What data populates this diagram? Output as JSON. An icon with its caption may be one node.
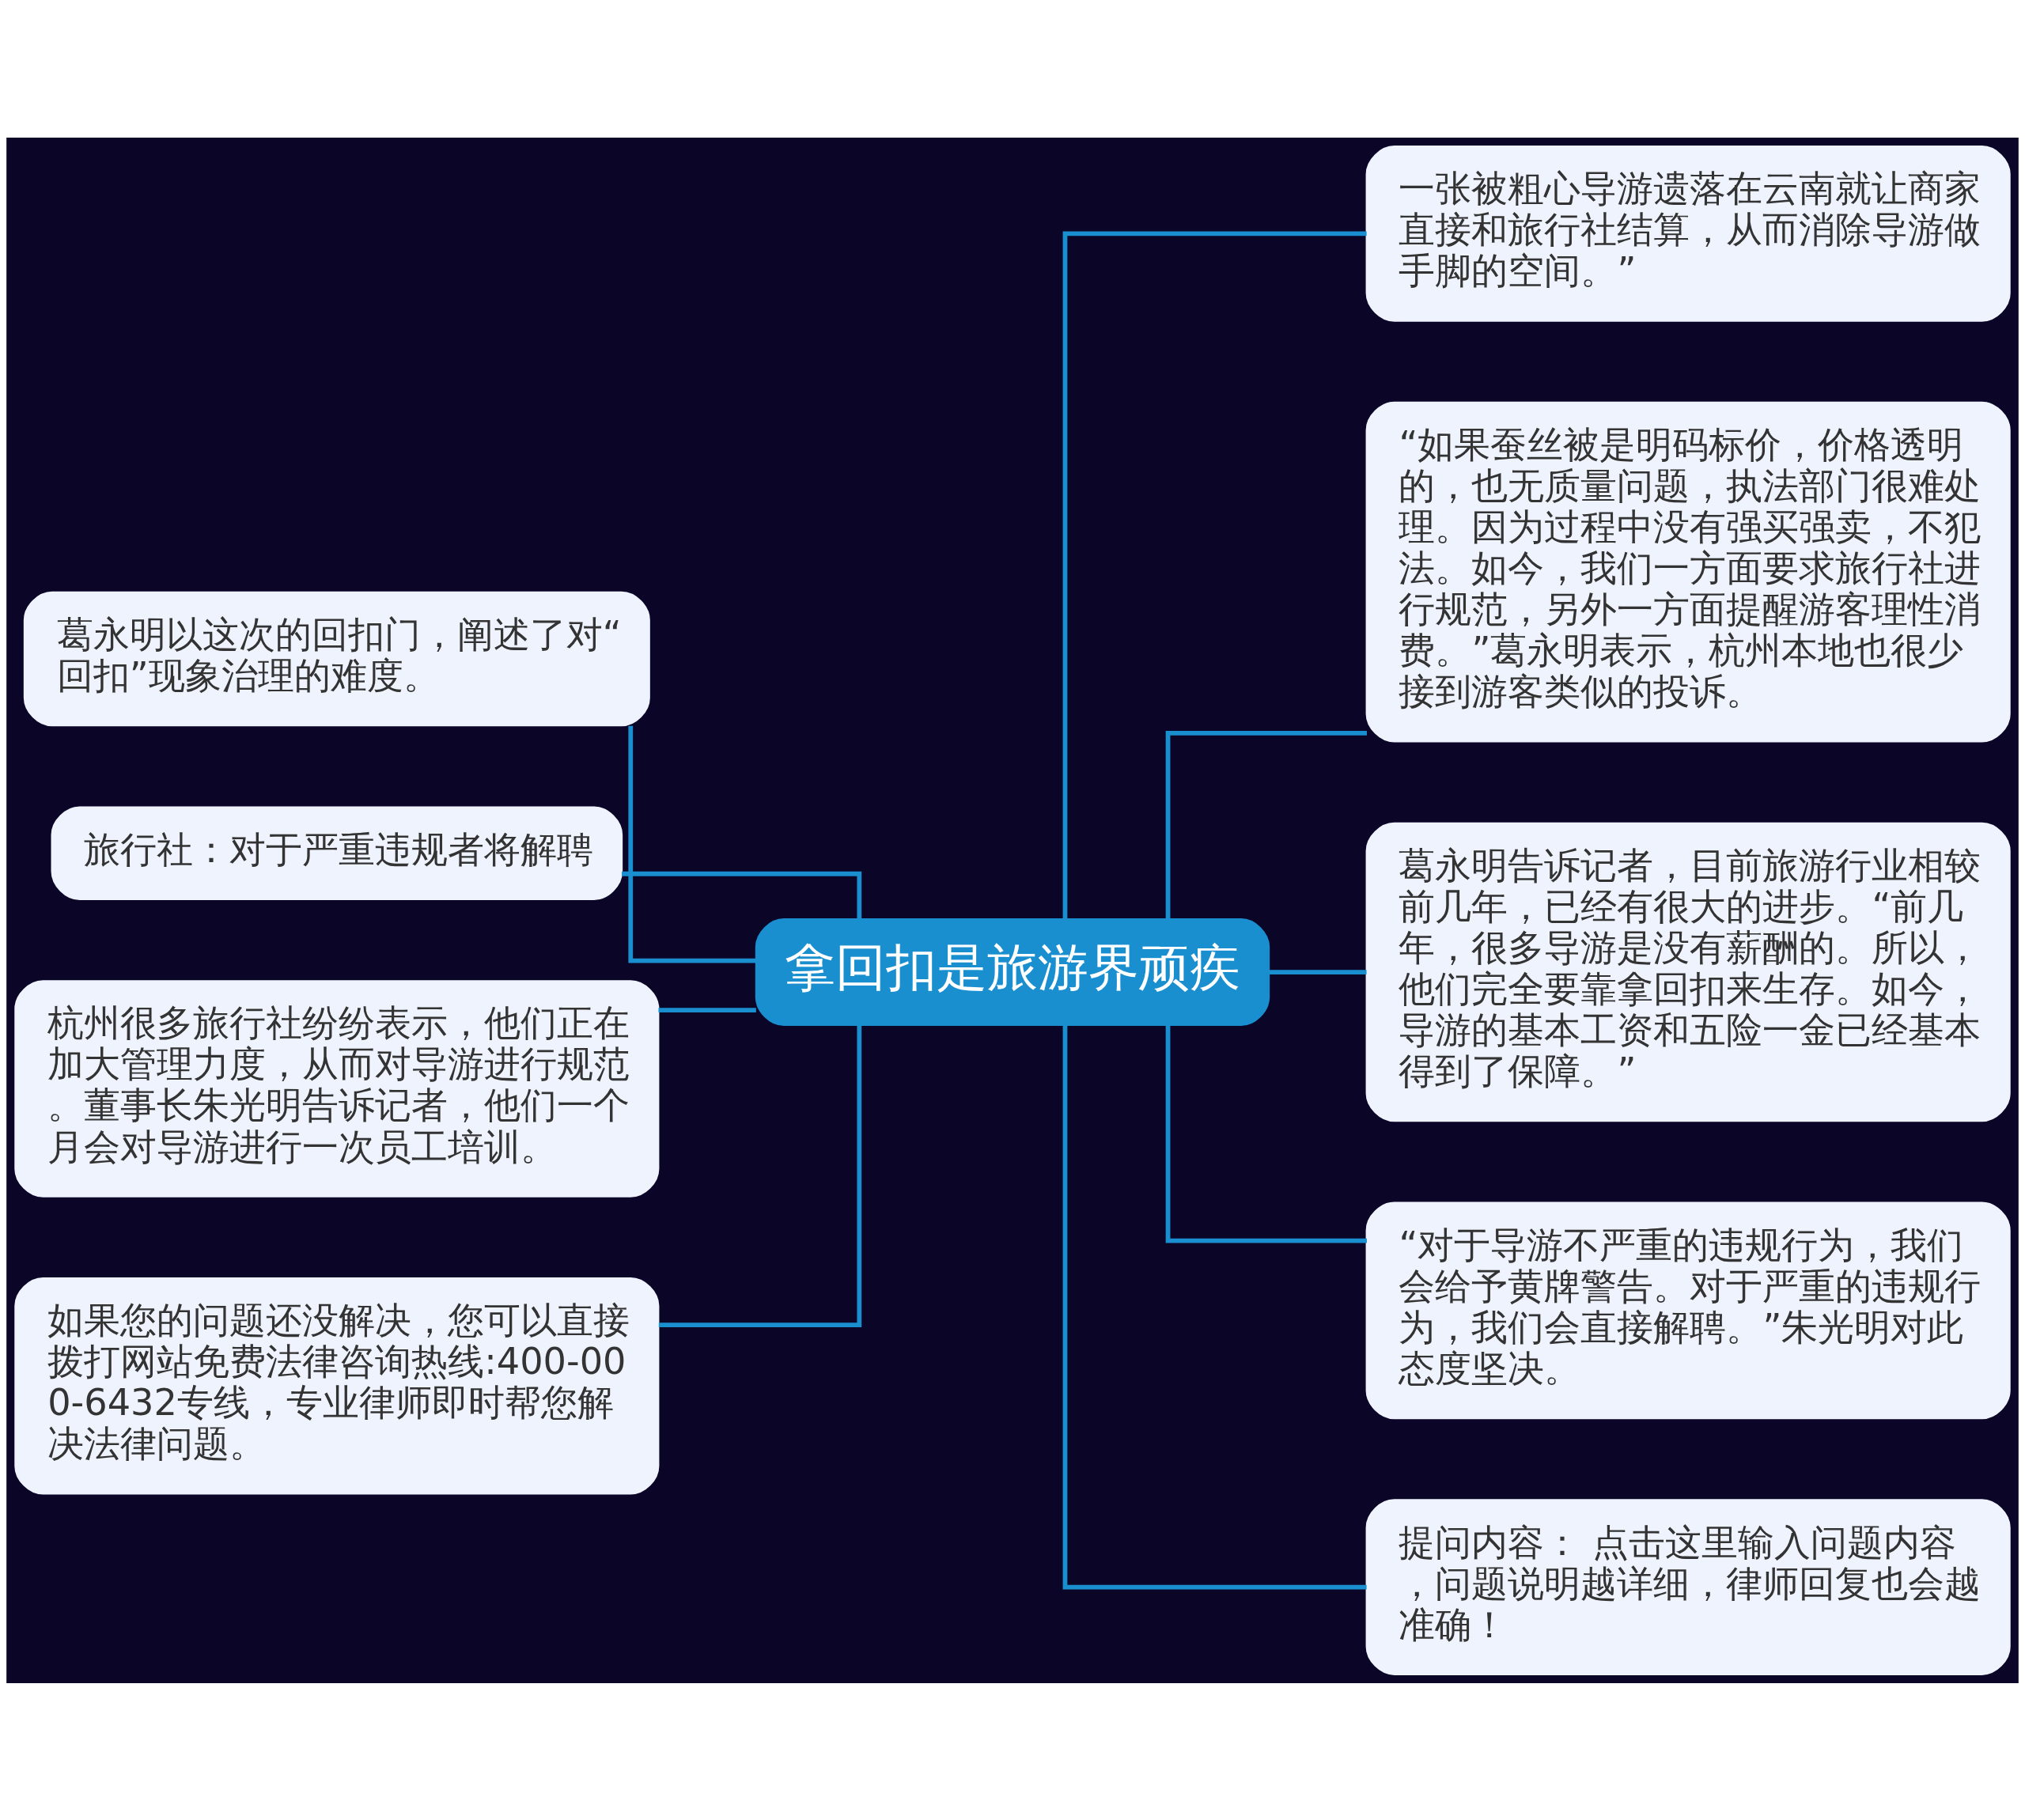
{
  "diagram": {
    "nodes": [
      {
        "text": [
          "拿回扣是旅游界顽疾"
        ]
      },
      {
        "text": [
          "葛永明以这次的回扣门，阐述了对“回扣”现象治理的难度。"
        ]
      },
      {
        "text": [
          "旅行社：对于严重违规者将解聘"
        ]
      },
      {
        "text": [
          "杭州很多旅行社纷纷表示，他们正在加大管理力度，从而对导游进行规范。董事长朱光明告诉记者，他们一个月会对导游进行一次员工培训。"
        ]
      },
      {
        "text": [
          "如果您的问题还没解决，您可以直接拨打网站免费法律咨询热线:400-000-6432专线，专业律师即时帮您解决法律问题。"
        ]
      },
      {
        "text": [
          "一张被粗心导游遗落在云南就让商家直接和旅行社结算，从而消除导游做手脚的空间。”"
        ]
      },
      {
        "text": [
          "“如果蚕丝被是明码标价，价格透明的，也无质量问题，执法部门很难处理。因为过程中没有强买强卖，不犯法。如今，我们一方面要求旅行社进行规范，另外一方面提醒游客理性消费。”葛永明表示，杭州本地也很少接到游客类似的投诉。"
        ]
      },
      {
        "text": [
          "葛永明告诉记者，目前旅游行业相较前几年，已经有很大的进步。“前几年，很多导游是没有薪酬的。所以，他们完全要靠拿回扣来生存。如今，导游的基本工资和五险一金已经基本得到了保障。”"
        ]
      },
      {
        "text": [
          "“对于导游不严重的违规行为，我们会给予黄牌警告。对于严重的违规行为，我们会直接解聘。”朱光明对此态度坚决。"
        ]
      },
      {
        "text": [
          "提问内容： 点击这里输入问题内容，问题说明越详细，律师回复也会越准确！"
        ]
      }
    ],
    "edges": [
      {
        "from": 0,
        "to": 1,
        "arrow": "none"
      },
      {
        "from": 0,
        "to": 2,
        "arrow": "none"
      },
      {
        "from": 0,
        "to": 3,
        "arrow": "none"
      },
      {
        "from": 0,
        "to": 4,
        "arrow": "none"
      },
      {
        "from": 0,
        "to": 5,
        "arrow": "none"
      },
      {
        "from": 0,
        "to": 6,
        "arrow": "none"
      },
      {
        "from": 0,
        "to": 7,
        "arrow": "none"
      },
      {
        "from": 0,
        "to": 8,
        "arrow": "none"
      },
      {
        "from": 0,
        "to": 9,
        "arrow": "none"
      }
    ]
  }
}
